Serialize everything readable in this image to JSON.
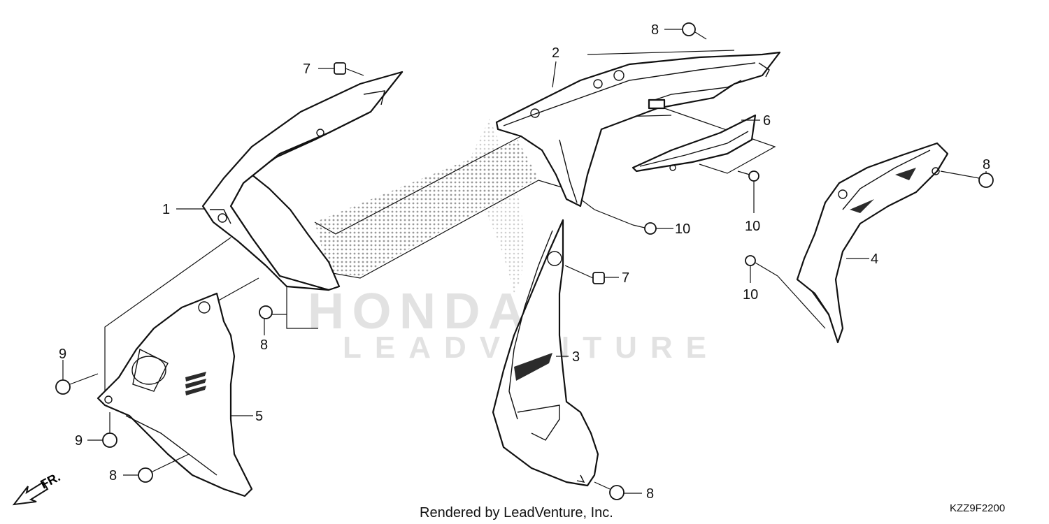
{
  "callouts": [
    {
      "id": "c1",
      "text": "1"
    },
    {
      "id": "c2",
      "text": "2"
    },
    {
      "id": "c3",
      "text": "3"
    },
    {
      "id": "c4",
      "text": "4"
    },
    {
      "id": "c5",
      "text": "5"
    },
    {
      "id": "c6",
      "text": "6"
    },
    {
      "id": "c7a",
      "text": "7"
    },
    {
      "id": "c7b",
      "text": "7"
    },
    {
      "id": "c8a",
      "text": "8"
    },
    {
      "id": "c8b",
      "text": "8"
    },
    {
      "id": "c8c",
      "text": "8"
    },
    {
      "id": "c8d",
      "text": "8"
    },
    {
      "id": "c8e",
      "text": "8"
    },
    {
      "id": "c9a",
      "text": "9"
    },
    {
      "id": "c9b",
      "text": "9"
    },
    {
      "id": "c10a",
      "text": "10"
    },
    {
      "id": "c10b",
      "text": "10"
    },
    {
      "id": "c10c",
      "text": "10"
    }
  ],
  "watermark": {
    "brand": "HONDA",
    "sub": "LEADVENTURE"
  },
  "front_arrow": {
    "label": "FR."
  },
  "footer": {
    "rendered_by": "Rendered by LeadVenture, Inc.",
    "diagram_code": "KZZ9F2200"
  }
}
